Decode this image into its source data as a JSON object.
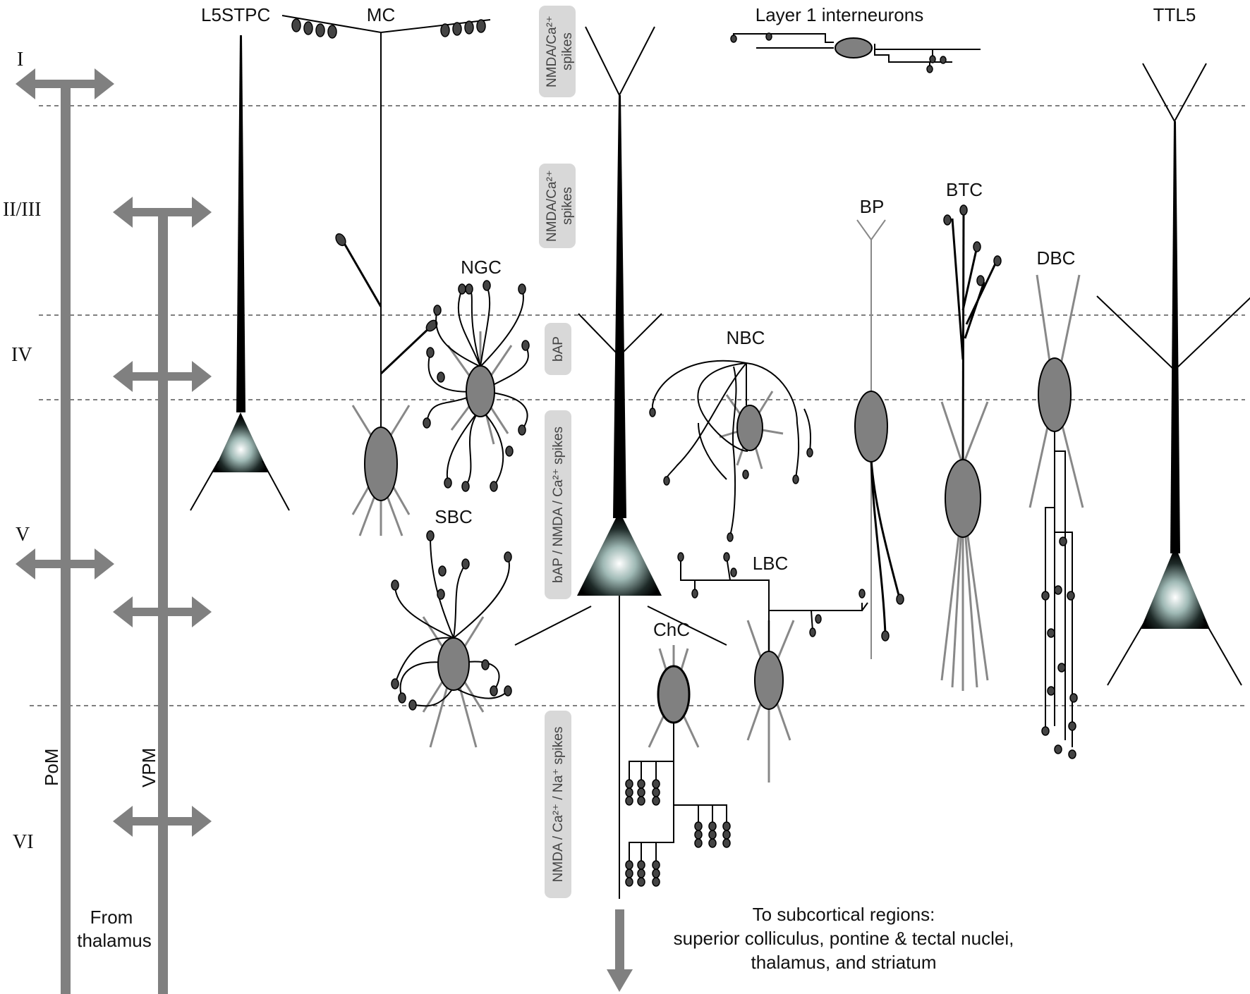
{
  "layers": [
    "I",
    "II/III",
    "IV",
    "V",
    "VI"
  ],
  "thalamus": {
    "pom": "PoM",
    "vpm": "VPM",
    "from_line1": "From",
    "from_line2": "thalamus"
  },
  "cells": {
    "l5stpc": "L5STPC",
    "mc": "MC",
    "ngc": "NGC",
    "sbc": "SBC",
    "nbc": "NBC",
    "lbc": "LBC",
    "chc": "ChC",
    "bp": "BP",
    "btc": "BTC",
    "dbc": "DBC",
    "ttl5": "TTL5",
    "layer1": "Layer 1 interneurons"
  },
  "spike_zones": {
    "tuft": [
      "NMDA/Ca²⁺",
      "spikes"
    ],
    "oblique": [
      "NMDA/Ca²⁺",
      "spikes"
    ],
    "basal_proximal": "bAP",
    "soma": "bAP / NMDA / Ca²⁺ spikes",
    "basal": "NMDA / Ca²⁺ / Na⁺ spikes"
  },
  "output": {
    "line1": "To subcortical regions:",
    "line2": "superior colliculus, pontine & tectal nuclei,",
    "line3": "thalamus, and striatum"
  },
  "colors": {
    "thalamic_axon": "#808080",
    "soma": "#808080",
    "spike_pill": "#d8d8d8"
  }
}
